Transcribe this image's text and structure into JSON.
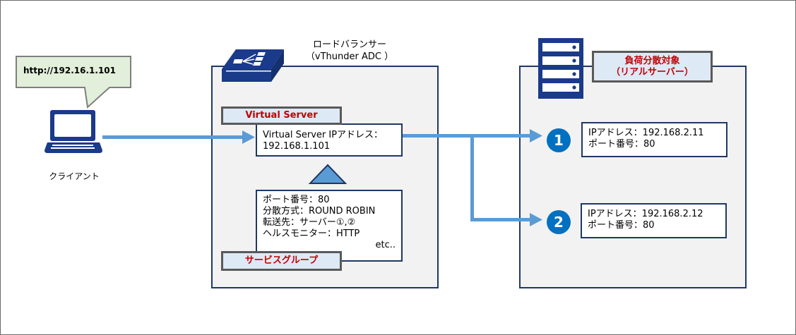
{
  "client": {
    "label": "クライアント",
    "bubble_url": "http://192.16.1.101",
    "icon": "laptop-icon"
  },
  "load_balancer": {
    "title_line1": "ロードバランサー",
    "title_line2": "（vThunder ADC ）",
    "icon": "load-balancer-icon",
    "virtual_server": {
      "tag": "Virtual Server",
      "line1": "Virtual Server IPアドレス：",
      "line2": "192.168.1.101"
    },
    "service_group": {
      "tag": "サービスグループ",
      "lines": [
        "ポート番号：80",
        "分散方式：ROUND ROBIN",
        "転送先：サーバー①,②",
        "ヘルスモニター：HTTP"
      ],
      "etc": "etc.."
    }
  },
  "real_servers": {
    "tag_line1": "負荷分散対象",
    "tag_line2": "（リアルサーバー）",
    "icon": "server-rack-icon",
    "servers": [
      {
        "number": "1",
        "ip": "IPアドレス：192.168.2.11",
        "port": "ポート番号：80"
      },
      {
        "number": "2",
        "ip": "IPアドレス：192.168.2.12",
        "port": "ポート番号：80"
      }
    ]
  },
  "colors": {
    "navy": "#1f3864",
    "icon_blue": "#1a3a8a",
    "arrow_blue": "#5b9bd5",
    "badge_blue": "#0070c0",
    "tag_red": "#c00000",
    "tag_fill": "#dde9f5",
    "bubble_fill": "#e2efda",
    "panel_fill": "#f2f2f2"
  }
}
